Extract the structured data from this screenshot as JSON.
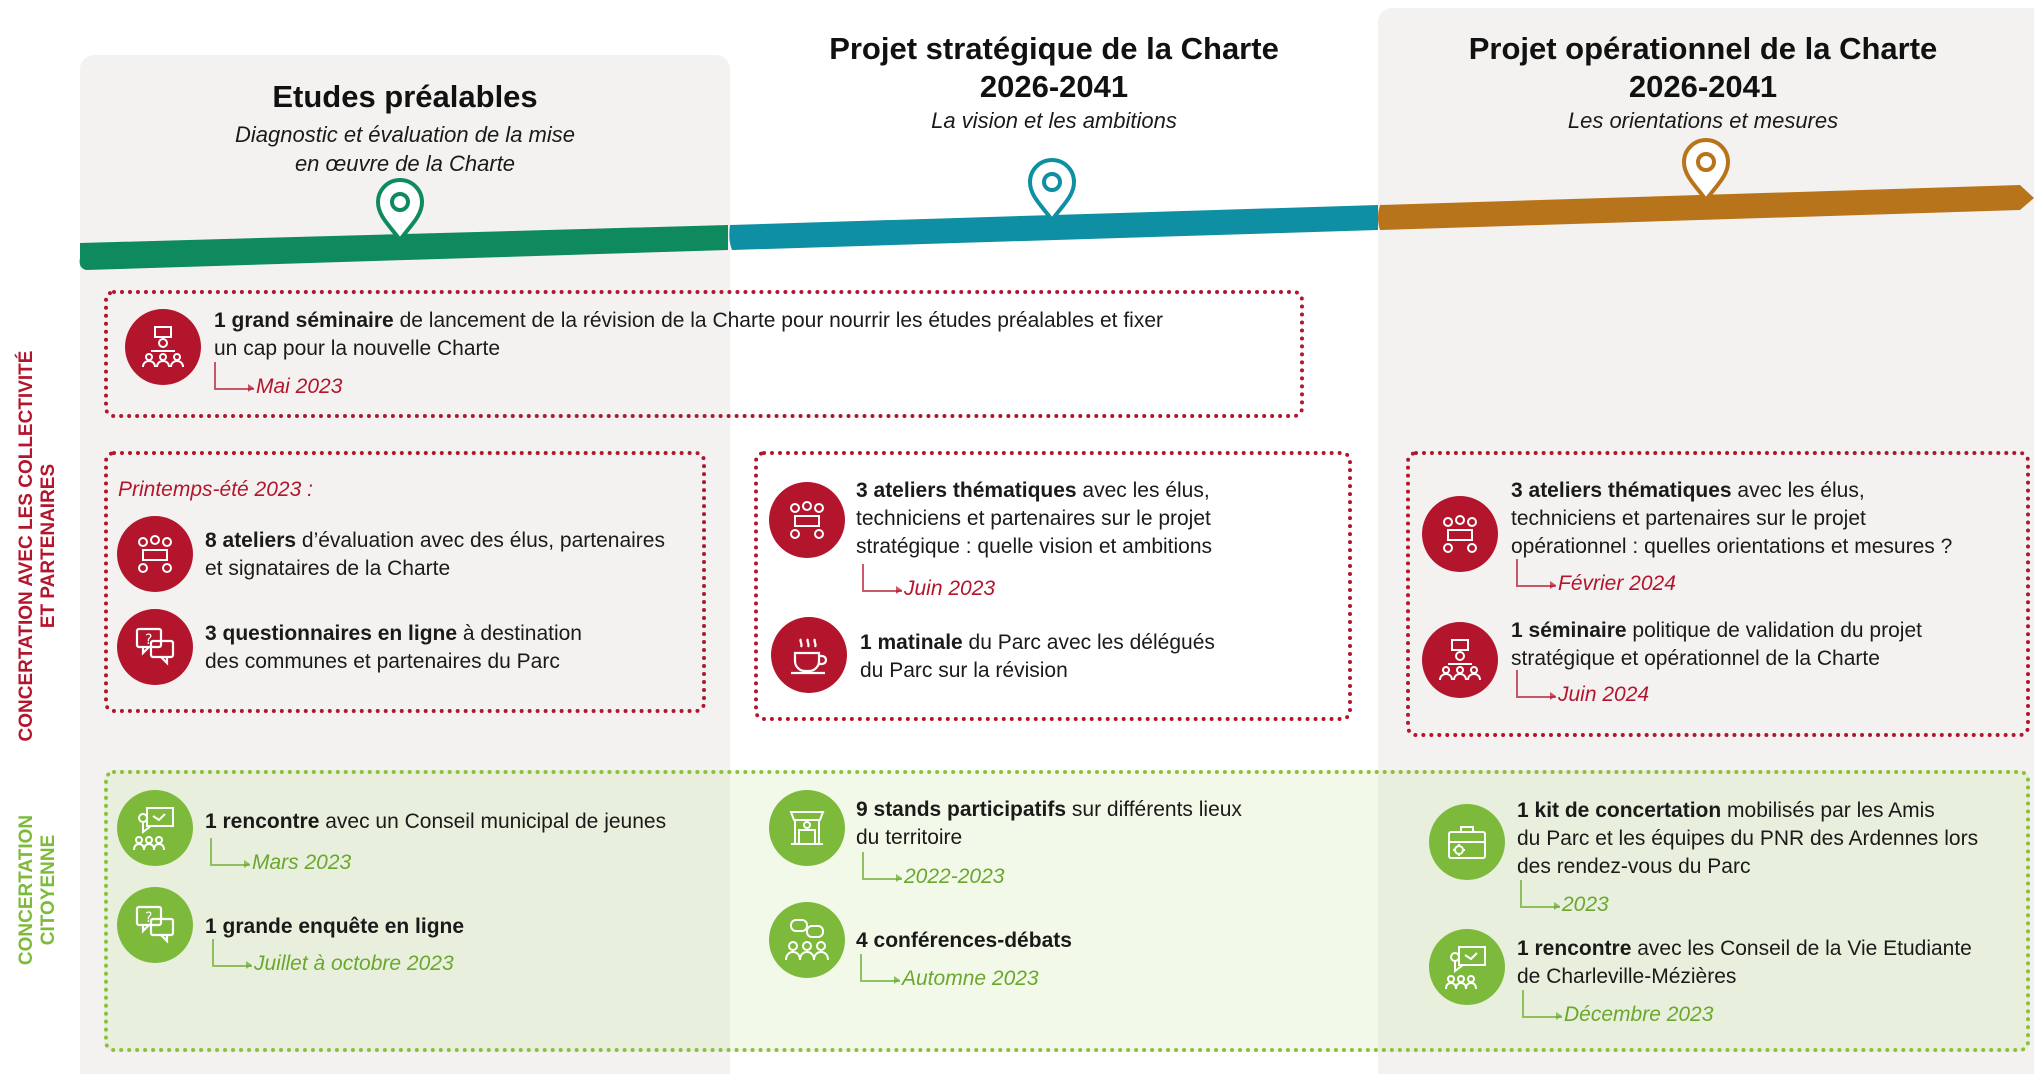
{
  "colors": {
    "red": "#b3162c",
    "green": "#7dba3b",
    "teal_green": "#0f8a5f",
    "teal_blue": "#0e8fa3",
    "ochre": "#b8741a"
  },
  "phases": [
    {
      "title": "Etudes préalables",
      "subtitle_l1": "Diagnostic et évaluation de la mise",
      "subtitle_l2": "en œuvre de la Charte",
      "pin_icon": "location-pin-icon"
    },
    {
      "title_l1": "Projet stratégique de la Charte",
      "title_l2": "2026-2041",
      "subtitle": "La vision et les ambitions",
      "pin_icon": "location-pin-icon"
    },
    {
      "title_l1": "Projet opérationnel de la Charte",
      "title_l2": "2026-2041",
      "subtitle": "Les orientations et mesures",
      "pin_icon": "location-pin-icon"
    }
  ],
  "side_labels": {
    "collectivites_l1": "CONCERTATION AVEC LES COLLECTIVITÉ",
    "collectivites_l2": "ET PARTENAIRES",
    "citoyenne_l1": "CONCERTATION",
    "citoyenne_l2": "CITOYENNE"
  },
  "seminar": {
    "bold": "1 grand séminaire",
    "text_l1": " de lancement de la révision de la Charte pour nourrir les études préalables et fixer",
    "text_l2": "un  cap pour la nouvelle Charte",
    "date": "Mai 2023",
    "icon": "seminar-icon"
  },
  "col1_red": {
    "season": "Printemps-été 2023 :",
    "a": {
      "bold": "8 ateliers",
      "text_l1": " d’évaluation avec des élus, partenaires",
      "text_l2": "et signataires de la Charte",
      "icon": "workshop-icon"
    },
    "b": {
      "bold": "3 questionnaires en ligne",
      "text_l1": " à destination",
      "text_l2": "des communes et partenaires du Parc",
      "icon": "chat-question-icon"
    }
  },
  "col2_red": {
    "a": {
      "bold": "3 ateliers thématiques",
      "text_l1": " avec les élus,",
      "text_l2": "techniciens et partenaires sur le projet",
      "text_l3": "stratégique : quelle vision et ambitions",
      "date": "Juin 2023",
      "icon": "workshop-icon"
    },
    "b": {
      "bold": "1 matinale",
      "text_l1": " du Parc avec les délégués",
      "text_l2": "du Parc sur la révision",
      "icon": "coffee-cup-icon"
    }
  },
  "col3_red": {
    "a": {
      "bold": "3 ateliers thématiques",
      "text_l1": " avec les élus,",
      "text_l2": "techniciens et partenaires sur le projet",
      "text_l3": "opérationnel : quelles orientations et mesures ?",
      "date": "Février 2024",
      "icon": "workshop-icon"
    },
    "b": {
      "bold": "1 séminaire",
      "text_l1": " politique de validation du projet",
      "text_l2": "stratégique et opérationnel de la Charte",
      "date": "Juin 2024",
      "icon": "seminar-icon"
    }
  },
  "col1_green": {
    "a": {
      "bold": "1 rencontre",
      "text_l1": " avec un Conseil municipal de jeunes",
      "date": "Mars 2023",
      "icon": "presentation-icon"
    },
    "b": {
      "bold": "1 grande enquête en ligne",
      "date": "Juillet à octobre 2023",
      "icon": "chat-question-icon"
    }
  },
  "col2_green": {
    "a": {
      "bold": "9 stands participatifs",
      "text_l1": " sur différents lieux",
      "text_l2": "du territoire",
      "date": "2022-2023",
      "icon": "stand-icon"
    },
    "b": {
      "bold": "4 conférences-débats",
      "date": "Automne 2023",
      "icon": "debate-icon"
    }
  },
  "col3_green": {
    "a": {
      "bold": "1 kit de concertation",
      "text_l1": " mobilisés par les Amis",
      "text_l2": "du Parc et les équipes du PNR des Ardennes lors",
      "text_l3": "des rendez-vous du Parc",
      "date": "2023",
      "icon": "toolkit-icon"
    },
    "b": {
      "bold": "1 rencontre",
      "text_l1": " avec les Conseil de la Vie Etudiante",
      "text_l2": "de Charleville-Mézières",
      "date": "Décembre 2023",
      "icon": "presentation-icon"
    }
  }
}
